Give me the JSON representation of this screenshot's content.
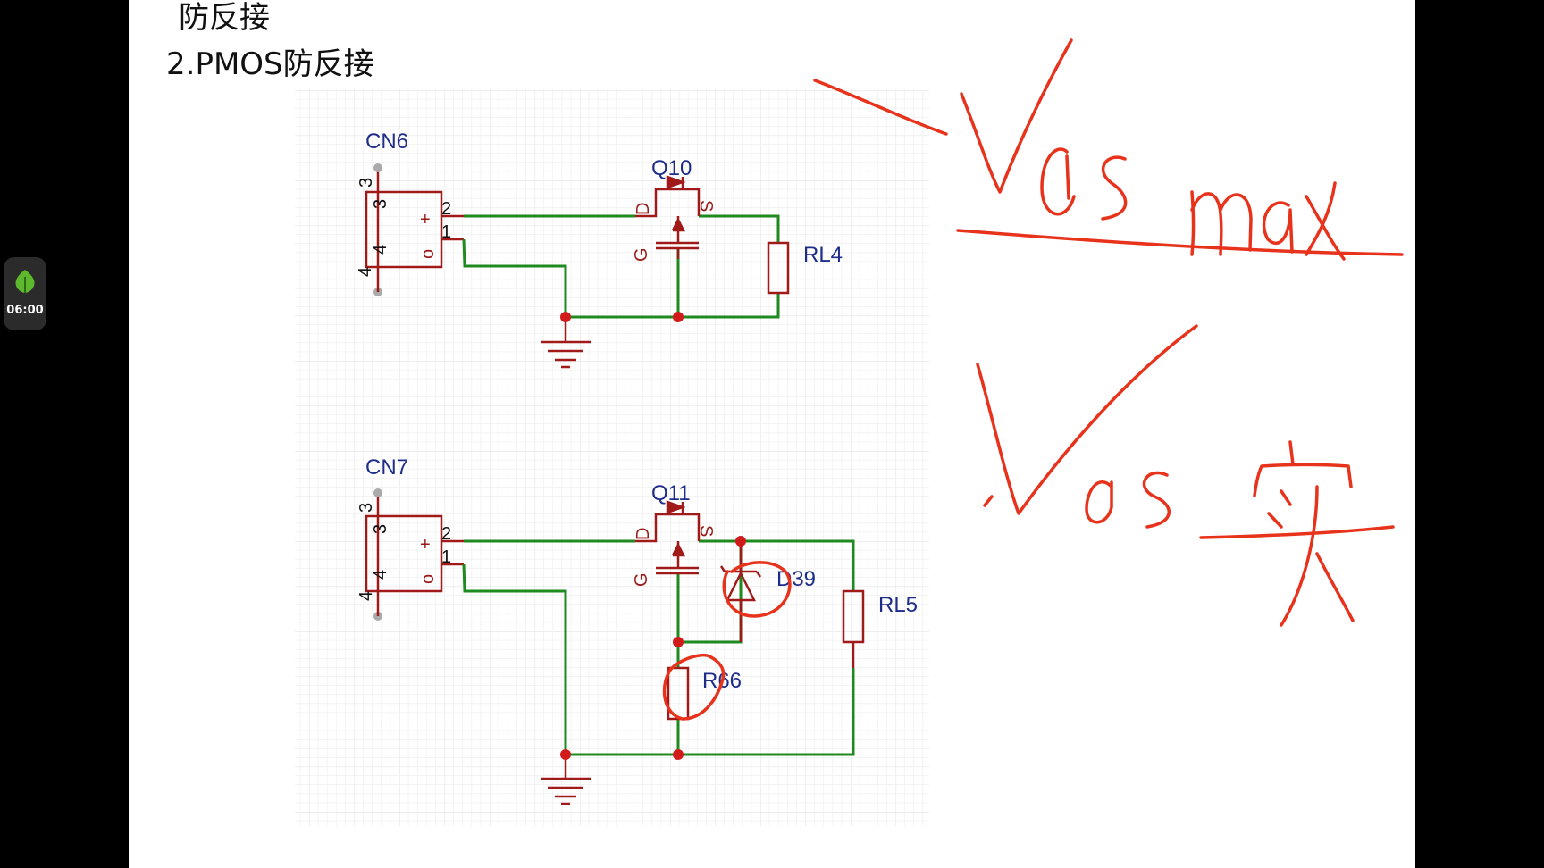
{
  "heading": {
    "line1": "防反接",
    "line2": "2.PMOS防反接"
  },
  "timer": {
    "time": "06:00",
    "icon": "leaf-icon"
  },
  "colors": {
    "wire": "#1f8a1f",
    "component": "#a11a1a",
    "label": "#1f2d8a",
    "ink": "#e8331c",
    "grid": "#e6e6e6"
  },
  "circuit1": {
    "connector": "CN6",
    "mosfet": "Q10",
    "load": "RL4",
    "pins": {
      "top": "3",
      "bottom": "4",
      "inner_top": "3",
      "inner_bottom": "4",
      "out_pos": "2",
      "out_neg": "1",
      "plus": "+",
      "minus": "o"
    },
    "mos_pins": {
      "d": "D",
      "s": "S",
      "g": "G"
    }
  },
  "circuit2": {
    "connector": "CN7",
    "mosfet": "Q11",
    "zener": "D39",
    "resistor": "R66",
    "load": "RL5",
    "pins": {
      "top": "3",
      "bottom": "4",
      "inner_top": "3",
      "inner_bottom": "4",
      "out_pos": "2",
      "out_neg": "1",
      "plus": "+",
      "minus": "o"
    },
    "mos_pins": {
      "d": "D",
      "s": "S",
      "g": "G"
    }
  }
}
